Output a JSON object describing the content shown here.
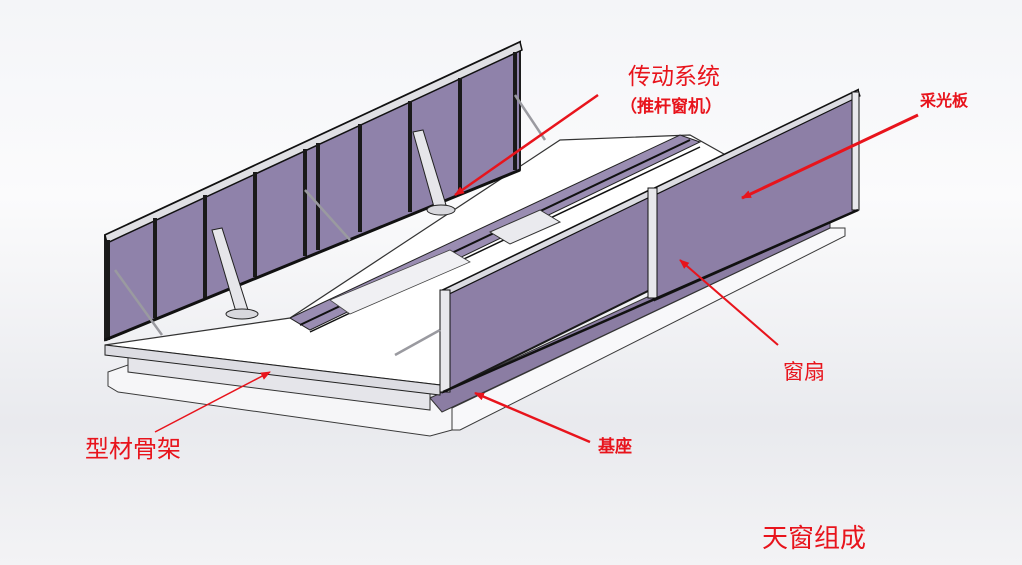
{
  "diagram": {
    "title": "天窗组成",
    "type": "skylight-assembly-cad",
    "colors": {
      "annotation": "#e8141c",
      "glazing_panel": "#8d7fa6",
      "glazing_panel_dark": "#7a6d94",
      "frame_metal": "#d9d9de",
      "frame_edge": "#2a2a2a",
      "base": "#8b7da3",
      "background": "#f4f5f8"
    },
    "labels": {
      "drive_system": "传动系统",
      "drive_system_sub": "（推杆窗机）",
      "lighting_panel": "采光板",
      "window_sash": "窗扇",
      "profile_frame": "型材骨架",
      "base": "基座"
    },
    "components": [
      {
        "id": "drive_system",
        "name": "传动系统",
        "detail": "推杆窗机"
      },
      {
        "id": "lighting_panel",
        "name": "采光板"
      },
      {
        "id": "window_sash",
        "name": "窗扇"
      },
      {
        "id": "profile_frame",
        "name": "型材骨架"
      },
      {
        "id": "base",
        "name": "基座"
      }
    ]
  }
}
